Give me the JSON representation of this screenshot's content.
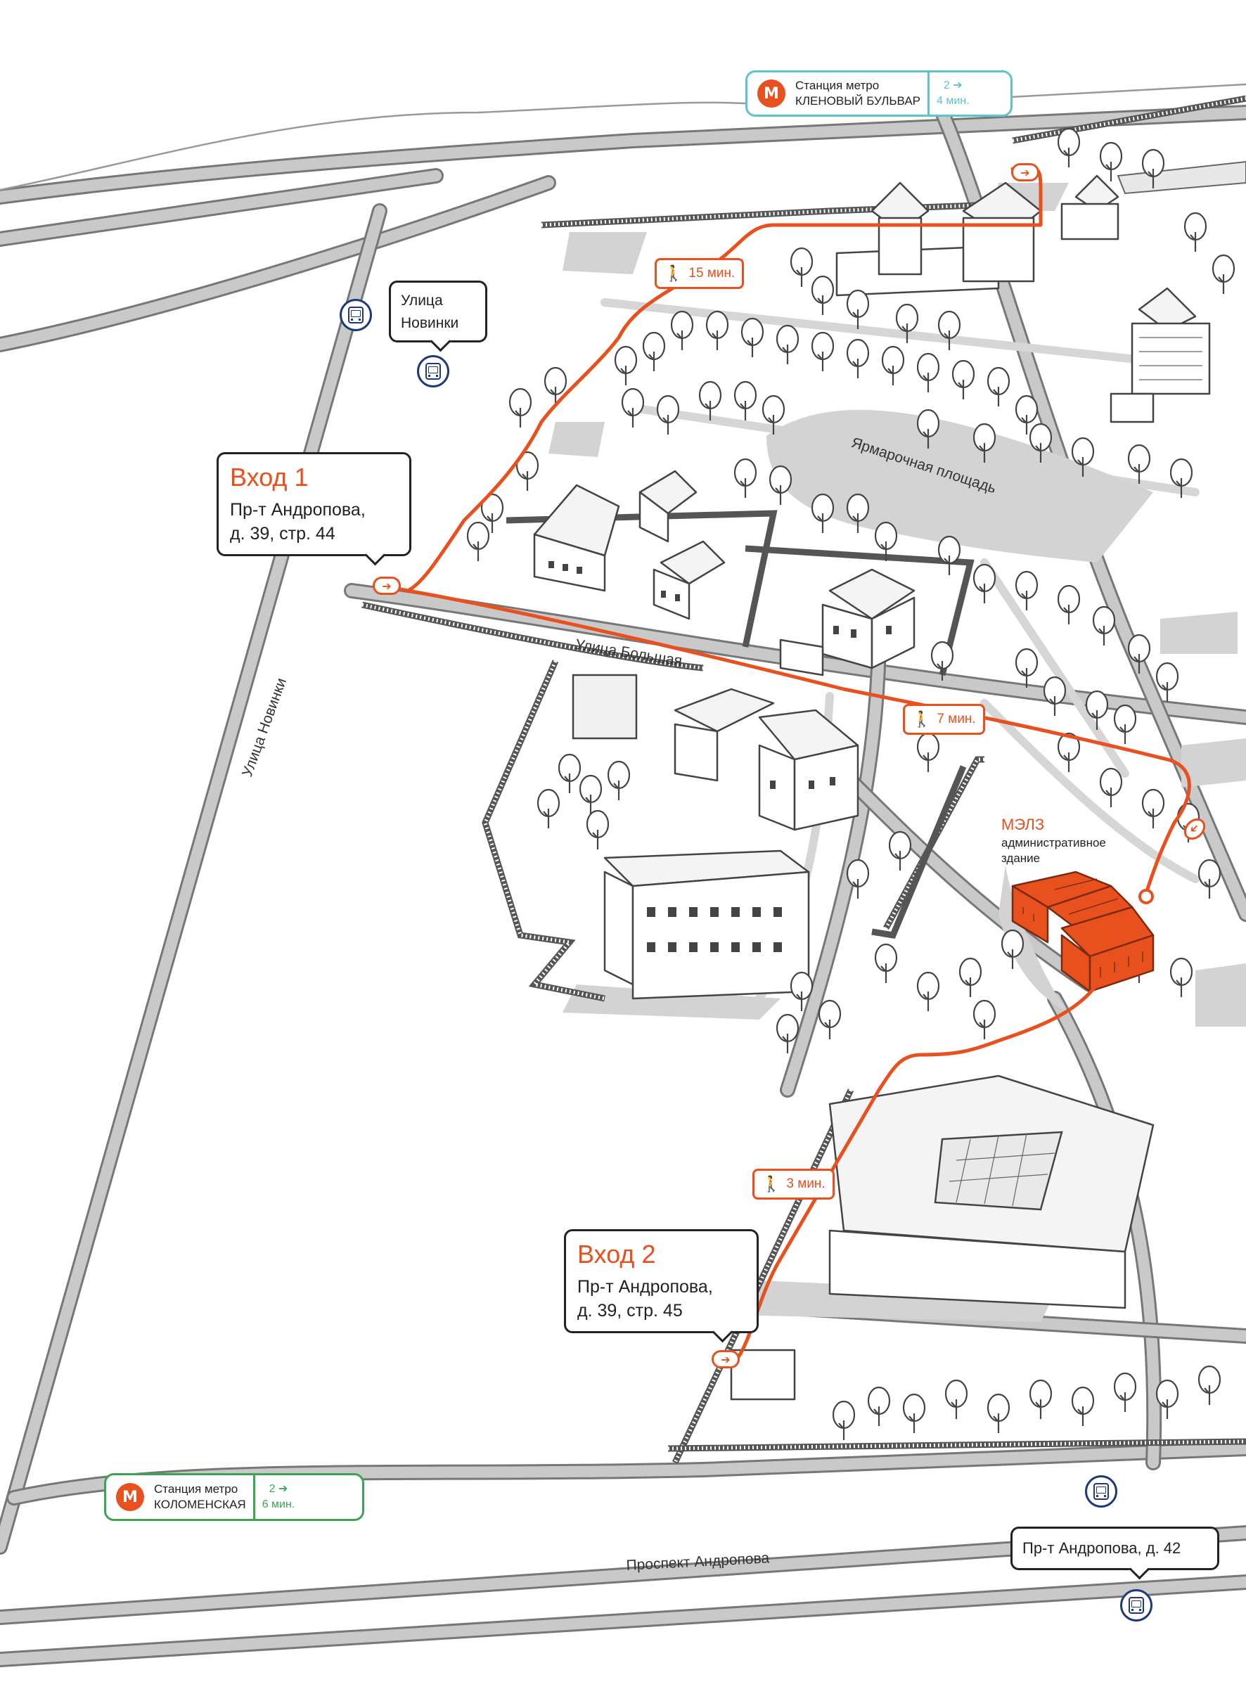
{
  "colors": {
    "accent": "#e8501e",
    "metro_top_border": "#5fc3c9",
    "metro_bottom_border": "#3aa655",
    "bus": "#1f3a7a",
    "road": "#c9c9c9"
  },
  "entries": [
    {
      "title": "Вход 1",
      "address_line1": "Пр-т Андропова,",
      "address_line2": "д. 39, стр. 44"
    },
    {
      "title": "Вход 2",
      "address_line1": "Пр-т Андропова,",
      "address_line2": "д. 39, стр. 45"
    }
  ],
  "metro": {
    "top": {
      "logo": "М",
      "label": "Станция метро",
      "name": "КЛЕНОВЫЙ БУЛЬВАР",
      "line1": "2 ➔",
      "line2": "4 мин."
    },
    "bottom": {
      "logo": "М",
      "label": "Станция метро",
      "name": "КОЛОМЕНСКАЯ",
      "line1": "2 ➔",
      "line2": "6 мин."
    }
  },
  "walk_times": [
    "15 мин.",
    "7 мин.",
    "3 мин."
  ],
  "walk_icon": "pedestrian-icon",
  "target": {
    "title": "МЭЛЗ",
    "subtitle_line1": "административное",
    "subtitle_line2": "здание"
  },
  "streets": {
    "novinki": "Улица Новинки",
    "bolshaya": "Улица Большая",
    "andropova": "Проспект Андропова",
    "fair_square": "Ярмарочная площадь"
  },
  "bus_stops": [
    {
      "name_line1": "Улица",
      "name_line2": "Новинки",
      "icon": "bus-icon"
    },
    {
      "name": "Пр-т Андропова, д. 42",
      "icon": "bus-icon"
    }
  ],
  "arrow_glyph": "➔"
}
